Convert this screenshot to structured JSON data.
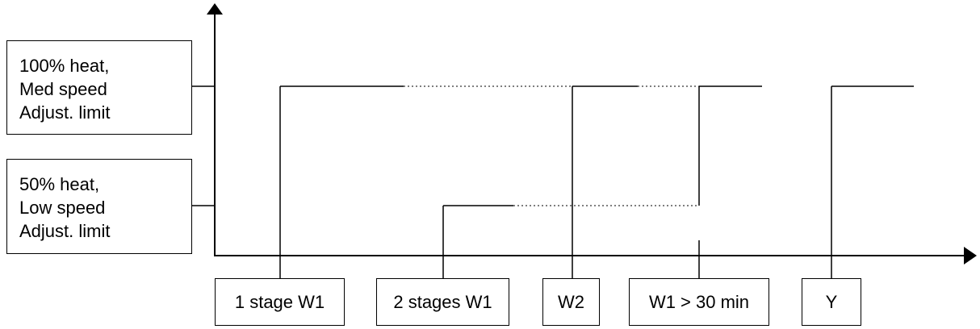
{
  "states": [
    {
      "id": "high",
      "lines": [
        "100% heat,",
        "Med speed",
        "Adjust. limit"
      ]
    },
    {
      "id": "low",
      "lines": [
        "50% heat,",
        "Low speed",
        "Adjust. limit"
      ]
    }
  ],
  "events": [
    {
      "id": "stage1",
      "label": "1 stage W1"
    },
    {
      "id": "stage2",
      "label": "2 stages W1"
    },
    {
      "id": "w2",
      "label": "W2"
    },
    {
      "id": "w1-30",
      "label": "W1 > 30 min"
    },
    {
      "id": "y",
      "label": "Y"
    }
  ],
  "colors": {
    "line": "#000000",
    "dotted": "#555555"
  }
}
